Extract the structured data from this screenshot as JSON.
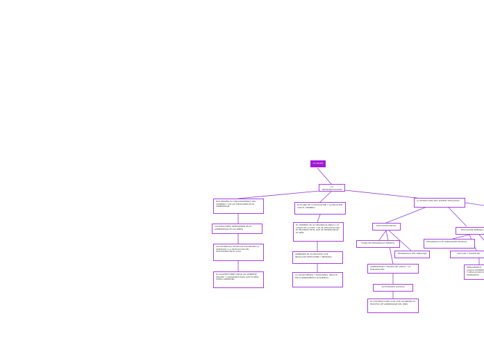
{
  "root": "LA SALUD",
  "nodes": {
    "n1": "LA NEUROEDUCACIÓN",
    "n2": "NOS ENSEÑA EL FUNCIONAMIENTO DEL CEREBRO Y DE LAS EMOCIONES EN EL APRENDIZAJE",
    "n3": "LAS EMOCIONES INTERVIENEN EN EL APRENDIZAJE DE LOS NIÑOS",
    "n4": "LOS ESTÍMULOS POSITIVOS FAVORECEN LA ATENCIÓN Y LA MOTIVACIÓN DEL ESTUDIANTE EN EL AULA",
    "n5": "EL DOCENTE DEBE CREAR UN AMBIENTE SEGURO Y AGRADABLE PARA QUE EL NIÑO PUEDA APRENDER",
    "n6": "EL PLANO DE LA EDUCACIÓN Y LA RELACIÓN CON EL CEREBRO",
    "n7": "EL CEREBRO SE VA DESARROLLANDO A LO LARGO DE LA VIDA Y SE VE AFECTADO POR EL ENTORNO EN EL QUE SE DESENVUELVE EL NIÑO",
    "n8": "APRENDER ES UN PROCESO QUE INVOLUCRA EMOCIONES Y MEMORIA",
    "n9": "LA SALUD MENTAL Y EMOCIONAL INFLUYE EN EL RENDIMIENTO ACADÉMICO",
    "n10": "LA ESTRUCTURA DEL SISTEMA EDUCATIVO",
    "n11": "EDUCACIÓN INICIAL",
    "n12": "ETAPA DE DESARROLLO INFANTIL",
    "n13": "DESARROLLO DEL LENGUAJE",
    "n14": "APRENDIZAJE A TRAVÉS DEL JUEGO Y LA EXPLORACIÓN",
    "n15": "ACTIVIDADES LÚDICAS",
    "n16": "EL DOCENTE COMO GUÍA QUE ACOMPAÑA EL PROCESO DE APRENDIZAJE DEL NIÑO",
    "n17": "EDUCACIÓN PRIMARIA",
    "n18": "DESARROLLO DE HABILIDADES BÁSICAS",
    "n19": "LECTURA Y ESCRITURA",
    "n20": "PENSAMIENTO LÓGICO MATEMÁTICO Y RESOLUCIÓN DE PROBLEMAS"
  }
}
